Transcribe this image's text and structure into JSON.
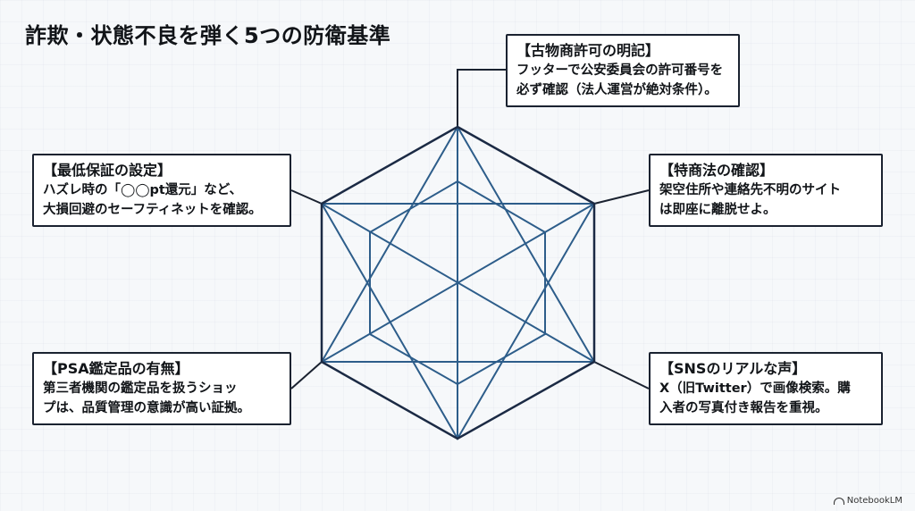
{
  "title": "詐欺・状態不良を弾く5つの防衛基準",
  "boxes": {
    "top": {
      "title": "【古物商許可の明記】",
      "line1": "フッターで公安委員会の許可番号を",
      "line2": "必ず確認（法人運営が絶対条件）。"
    },
    "right_top": {
      "title": "【特商法の確認】",
      "line1": "架空住所や連絡先不明のサイト",
      "line2": "は即座に離脱せよ。"
    },
    "left_top": {
      "title": "【最低保証の設定】",
      "line1": "ハズレ時の「◯◯pt還元」など、",
      "line2": "大損回避のセーフティネットを確認。"
    },
    "left_bottom": {
      "title": "【PSA鑑定品の有無】",
      "line1": "第三者機関の鑑定品を扱うショッ",
      "line2": "プは、品質管理の意識が高い証拠。"
    },
    "right_bottom": {
      "title": "【SNSのリアルな声】",
      "line1": "X（旧Twitter）で画像検索。購",
      "line2": "入者の写真付き報告を重視。"
    }
  },
  "brand": "NotebookLM",
  "colors": {
    "outer": "#1b2a44",
    "inner": "#2d5d8a",
    "connector": "#1a2230"
  }
}
